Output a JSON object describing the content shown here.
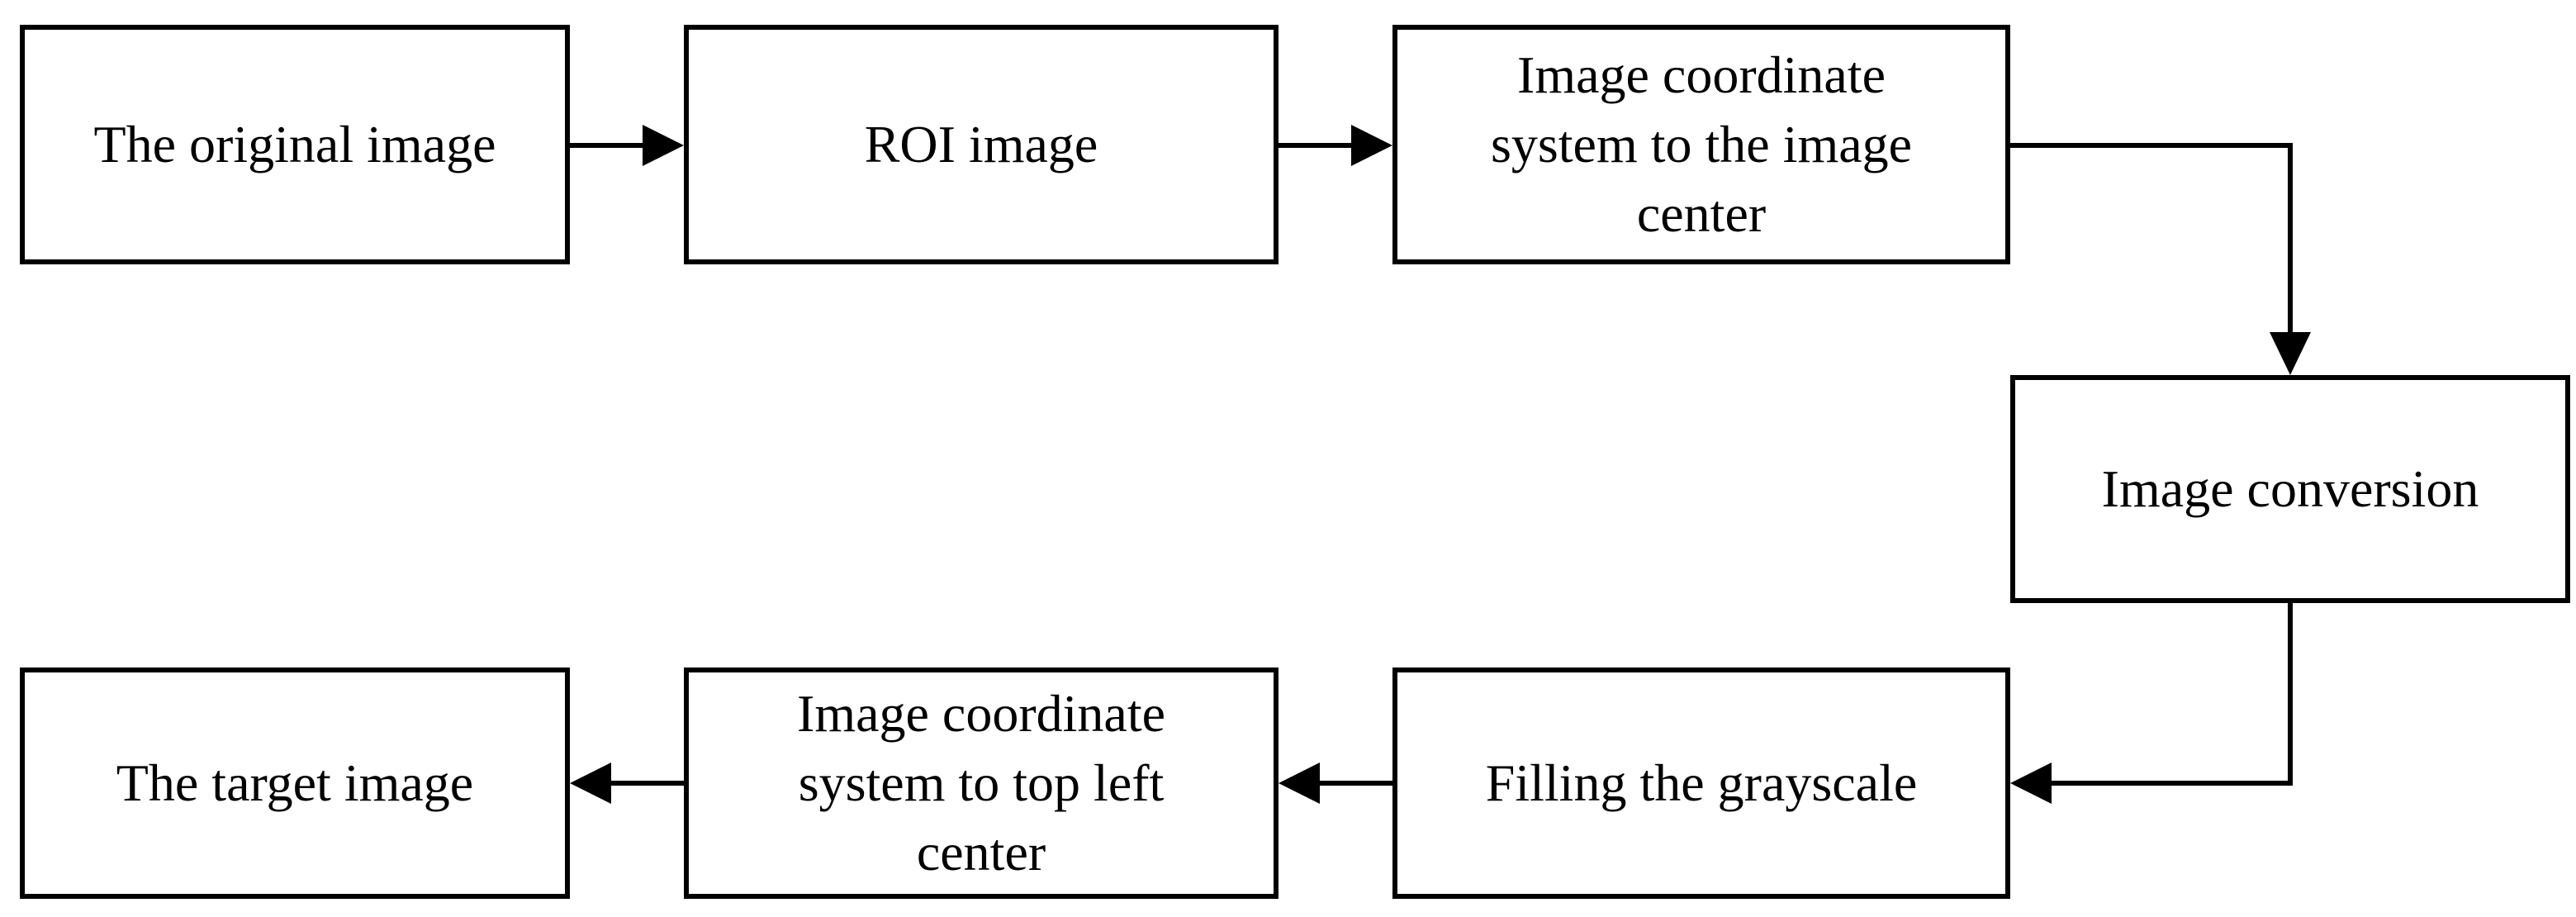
{
  "diagram": {
    "nodes": [
      {
        "id": "original",
        "label": "The original image"
      },
      {
        "id": "roi",
        "label": "ROI image"
      },
      {
        "id": "to-center",
        "label": "Image coordinate\nsystem to the image\ncenter"
      },
      {
        "id": "conversion",
        "label": "Image conversion"
      },
      {
        "id": "fill",
        "label": "Filling the grayscale"
      },
      {
        "id": "to-top-left",
        "label": "Image coordinate\nsystem to top left\ncenter"
      },
      {
        "id": "target",
        "label": "The target image"
      }
    ],
    "edges": [
      {
        "from": "original",
        "to": "roi"
      },
      {
        "from": "roi",
        "to": "to-center"
      },
      {
        "from": "to-center",
        "to": "conversion"
      },
      {
        "from": "conversion",
        "to": "fill"
      },
      {
        "from": "fill",
        "to": "to-top-left"
      },
      {
        "from": "to-top-left",
        "to": "target"
      }
    ],
    "colors": {
      "stroke": "#000000",
      "background": "#ffffff"
    }
  }
}
